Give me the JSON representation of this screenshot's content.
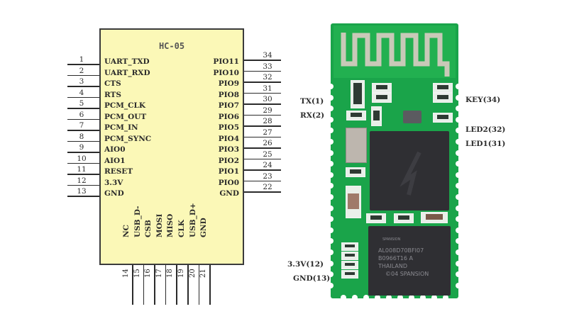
{
  "schematic": {
    "title": "HC-05",
    "left_pins": [
      {
        "num": "1",
        "label": "UART_TXD"
      },
      {
        "num": "2",
        "label": "UART_RXD"
      },
      {
        "num": "3",
        "label": "CTS"
      },
      {
        "num": "4",
        "label": "RTS"
      },
      {
        "num": "5",
        "label": "PCM_CLK"
      },
      {
        "num": "6",
        "label": "PCM_OUT"
      },
      {
        "num": "7",
        "label": "PCM_IN"
      },
      {
        "num": "8",
        "label": "PCM_SYNC"
      },
      {
        "num": "9",
        "label": "AIO0"
      },
      {
        "num": "10",
        "label": "AIO1"
      },
      {
        "num": "11",
        "label": "RESET"
      },
      {
        "num": "12",
        "label": "3.3V"
      },
      {
        "num": "13",
        "label": "GND"
      }
    ],
    "right_pins": [
      {
        "num": "34",
        "label": "PIO11"
      },
      {
        "num": "33",
        "label": "PIO10"
      },
      {
        "num": "32",
        "label": "PIO9"
      },
      {
        "num": "31",
        "label": "PIO8"
      },
      {
        "num": "30",
        "label": "PIO7"
      },
      {
        "num": "29",
        "label": "PIO6"
      },
      {
        "num": "28",
        "label": "PIO5"
      },
      {
        "num": "27",
        "label": "PIO4"
      },
      {
        "num": "26",
        "label": "PIO3"
      },
      {
        "num": "25",
        "label": "PIO2"
      },
      {
        "num": "24",
        "label": "PIO1"
      },
      {
        "num": "23",
        "label": "PIO0"
      },
      {
        "num": "22",
        "label": "GND"
      }
    ],
    "bottom_pins": [
      {
        "num": "14",
        "label": "NC"
      },
      {
        "num": "15",
        "label": "USB_D-"
      },
      {
        "num": "16",
        "label": "CSB"
      },
      {
        "num": "17",
        "label": "MOSI"
      },
      {
        "num": "18",
        "label": "MISO"
      },
      {
        "num": "19",
        "label": "CLK"
      },
      {
        "num": "20",
        "label": "USB_D+"
      },
      {
        "num": "21",
        "label": "GND"
      }
    ]
  },
  "board": {
    "left_labels": [
      {
        "label": "TX(1)"
      },
      {
        "label": "RX(2)"
      },
      {
        "label": "3.3V(12)"
      },
      {
        "label": "GND(13)"
      }
    ],
    "right_labels": [
      {
        "label": "KEY(34)"
      },
      {
        "label": "LED2(32)"
      },
      {
        "label": "LED1(31)"
      }
    ],
    "flash_chip_text": [
      "SPANSION",
      "AL008D70BFI07",
      "B0966T16 A",
      "THAILAND",
      "©04 SPANSION"
    ],
    "colors": {
      "pcb_green": "#1aa44a",
      "schematic_fill": "#fbf8b7",
      "chip_dark": "#2f2f33",
      "antenna_trace": "#c9c9b8"
    }
  }
}
